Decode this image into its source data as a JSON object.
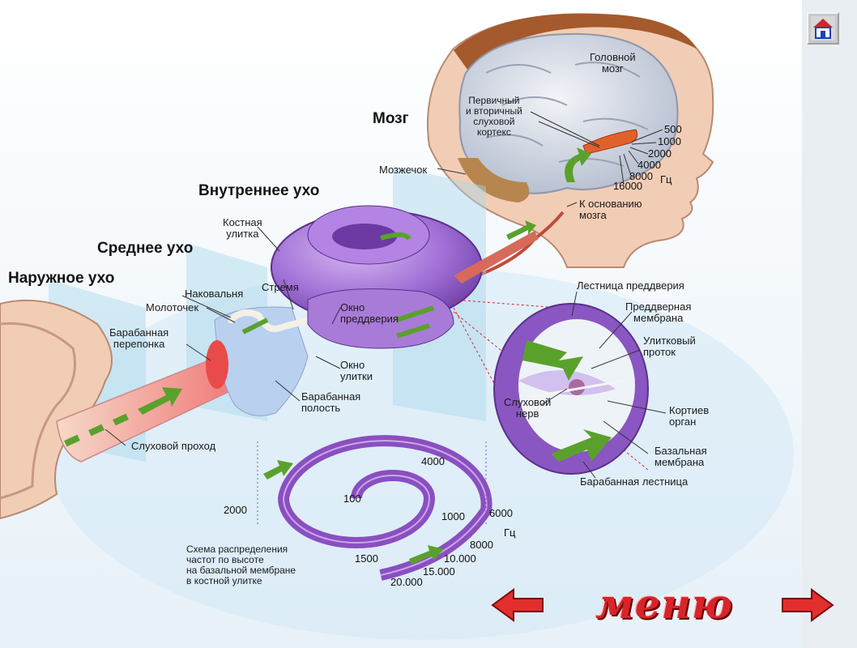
{
  "sections": {
    "outer_ear": "Наружное ухо",
    "middle_ear": "Среднее ухо",
    "inner_ear": "Внутреннее ухо",
    "brain": "Мозг"
  },
  "labels": {
    "brain_label": "Головной\nмозг",
    "auditory_cortex": "Первичный\nи вторичный\nслуховой\nкортекс",
    "cerebellum": "Мозжечок",
    "to_brain_base": "К основанию\nмозга",
    "bony_cochlea": "Костная\nулитка",
    "stapes": "Стремя",
    "incus": "Наковальня",
    "malleus": "Молоточек",
    "eardrum": "Барабанная\nперепонка",
    "oval_window": "Окно\nпреддверия",
    "round_window": "Окно\nулитки",
    "tympanic_cavity": "Барабанная\nполость",
    "ear_canal": "Слуховой проход",
    "scala_vestibuli": "Лестница преддверия",
    "vestibular_membrane": "Преддверная\nмембрана",
    "cochlear_duct": "Улитковый\nпроток",
    "auditory_nerve": "Слуховой\nнерв",
    "organ_of_corti": "Кортиев\nорган",
    "basilar_membrane": "Базальная\nмембрана",
    "scala_tympani": "Барабанная лестница",
    "spiral_caption": "Схема распределения\nчастот по высоте\nна базальной мембране\nв костной улитке"
  },
  "cortex_frequencies": [
    "500",
    "1000",
    "2000",
    "4000",
    "8000",
    "16000"
  ],
  "cortex_unit": "Гц",
  "spiral_frequencies": [
    "4000",
    "2000",
    "100",
    "1000",
    "6000",
    "8000",
    "10.000",
    "15.000",
    "20.000",
    "1500"
  ],
  "spiral_unit": "Гц",
  "navigation": {
    "menu_label": "меню",
    "back_icon": "left-arrow-icon",
    "forward_icon": "right-arrow-icon",
    "home_icon": "home-icon"
  },
  "colors": {
    "cochlea": "#9b6ad0",
    "brain": "#d9dde6",
    "skin": "#efc4a8",
    "arrow": "#5aa12c",
    "menu_text": "#d8242b",
    "nav_arrow": "#e32e2e"
  }
}
